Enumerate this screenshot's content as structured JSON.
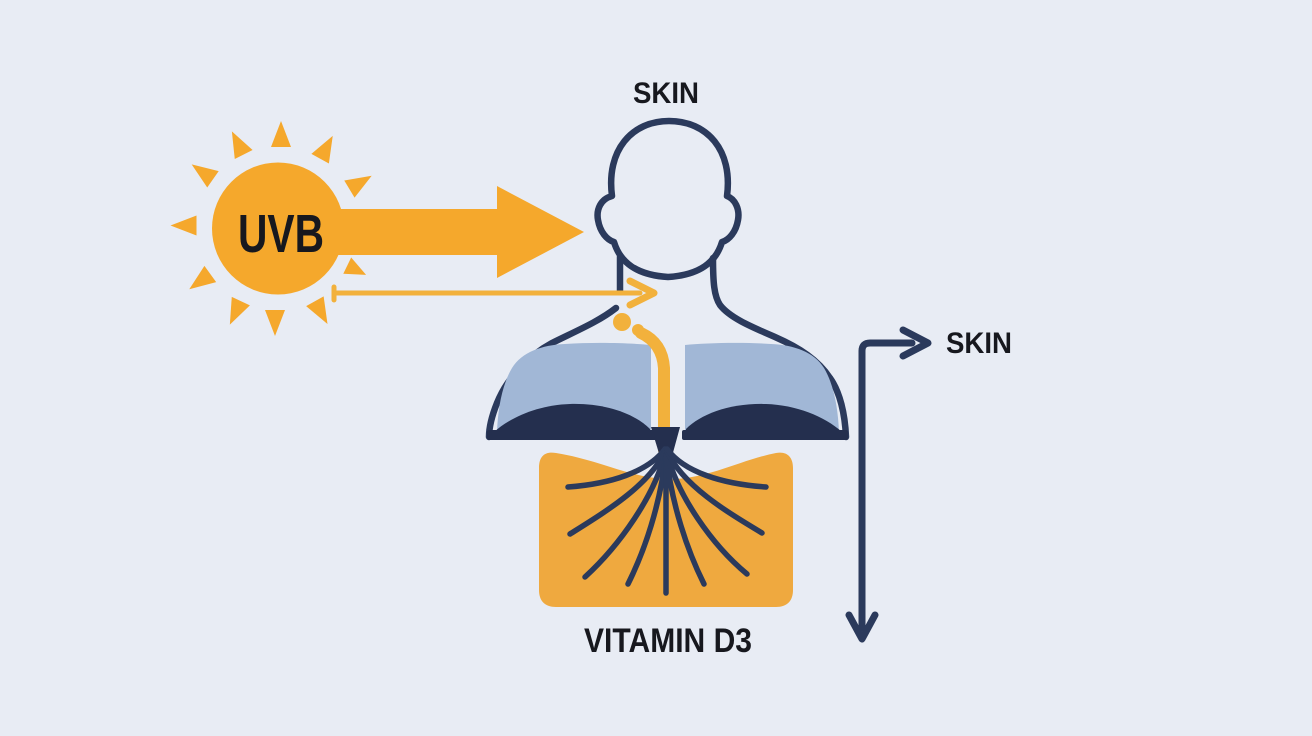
{
  "diagram": {
    "description": "UVB sunlight striking skin producing Vitamin D3 flow diagram",
    "labels": {
      "sun": "UVB",
      "skin_top": "SKIN",
      "skin_right": "SKIN",
      "vitamin": "VITAMIN D3"
    },
    "icons": [
      "sun-icon",
      "uvb-arrow-icon",
      "uvb-thin-ray-arrow-icon",
      "human-head-torso-icon",
      "lungs-icon",
      "vessel-branches-icon",
      "elbow-arrow-icon"
    ],
    "colors": {
      "background": "#E8ECF4",
      "sun_orange": "#F5A82C",
      "ray_light_orange": "#F2B13C",
      "torso_orange": "#EFA93F",
      "lung_blue": "#A1B7D6",
      "outline_navy": "#2B3A5C",
      "fill_navy": "#242F4E",
      "text_dark": "#17181E"
    }
  }
}
